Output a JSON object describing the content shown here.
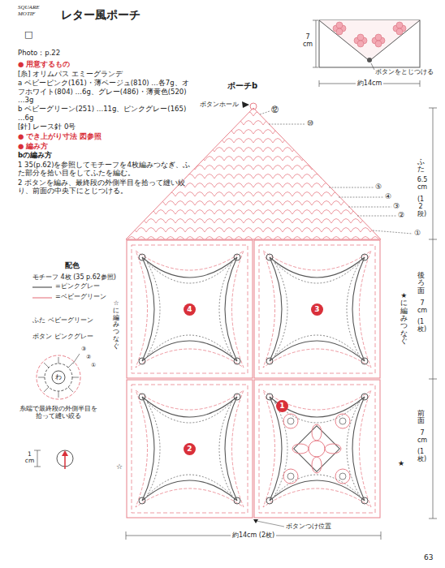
{
  "diagram": {
    "title": "レター風ポーチ",
    "nodes": [
      {
        "text": [
          "4"
        ]
      },
      {
        "text": [
          "3"
        ]
      },
      {
        "text": [
          "2"
        ]
      },
      {
        "text": [
          "1"
        ]
      }
    ],
    "labels": [
      "SQUARE MOTIF",
      "□",
      "Photo：p.22",
      "● 用意するもの",
      "[糸] オリムパス エミーグランデ",
      "a ベビーピンク(161)・薄ベージュ(810) …各7g、オフホワイト(804) …6g、グレー(486)・薄黄色(520) …3g",
      "b ベビーグリーン(251) …11g、ピンクグレー(165) …6g",
      "[針] レース針 0号",
      "● でき上がり寸法 図参照",
      "● 編み方",
      "bの編み方",
      "1 35(p.62)を参照してモチーフを4枚編みつなぎ、ふた部分を拾い目をしてふたを編む。",
      "2 ボタンを編み、最終段の外側半目を拾って縫い絞り、前面の中央下にとじつける。",
      "7 cm",
      "ボタンをとじつける",
      "約14cm",
      "ポーチb",
      "ボタンホール",
      "⑫",
      "⑩",
      "⑤",
      "④",
      "③",
      "②",
      "①",
      "ふた",
      "6.5 cm",
      "(12段)",
      "後ろ面",
      "7 cm",
      "(1枚)",
      "★に編みつなぐ",
      "前面",
      "7 cm",
      "(1枚)",
      "★",
      "配色",
      "モチーフ 4枚 (35 p.62参照)",
      "ふた ベビーグリーン",
      "ボタン ピンクグレー",
      "☆に編みつなぐ",
      "わ",
      "③",
      "②",
      "①",
      "糸端で最終段の外側半目を拾って縫い絞る",
      "1 cm",
      "☆",
      "ボタンつけ位置",
      "約14cm (2枚)",
      "63"
    ],
    "legend": [
      {
        "text": "=ピンクグレー"
      },
      {
        "text": "=ベビーグリーン"
      }
    ]
  }
}
